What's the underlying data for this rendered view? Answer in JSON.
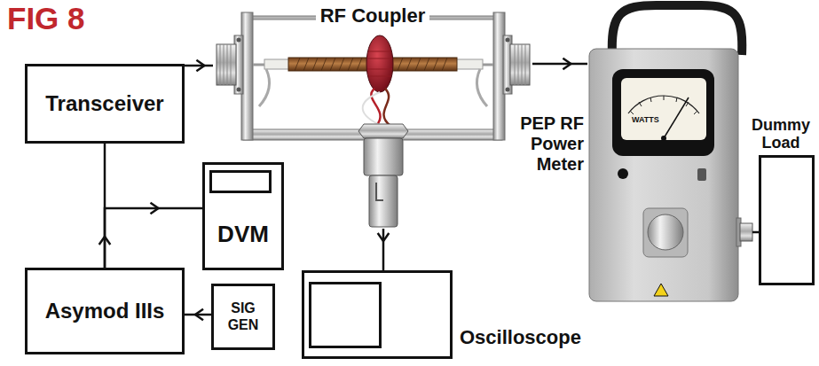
{
  "diagram": {
    "title": "FIG 8",
    "nodes": [
      {
        "text": [
          "RF Coupler"
        ]
      },
      {
        "text": [
          "Transceiver"
        ]
      },
      {
        "text": [
          "PEP RF Power Meter"
        ]
      },
      {
        "text": [
          "Dummy Load"
        ]
      },
      {
        "text": [
          "DVM"
        ]
      },
      {
        "text": [
          "Asymod IIIs"
        ]
      },
      {
        "text": [
          "SIG GEN"
        ]
      },
      {
        "text": [
          "Oscilloscope"
        ]
      }
    ],
    "edges": [
      {
        "from": 1,
        "to": 0,
        "arrow": "to"
      },
      {
        "from": 0,
        "to": 2,
        "arrow": "to"
      },
      {
        "from": 0,
        "to": 7,
        "arrow": "to"
      },
      {
        "from": 2,
        "to": 3,
        "arrow": "none"
      },
      {
        "from": 5,
        "to": 1,
        "arrow": "to"
      },
      {
        "from": 5,
        "to": 4,
        "arrow": "to"
      },
      {
        "from": 6,
        "to": 5,
        "arrow": "to"
      }
    ],
    "labels": [
      "WATTS"
    ]
  }
}
